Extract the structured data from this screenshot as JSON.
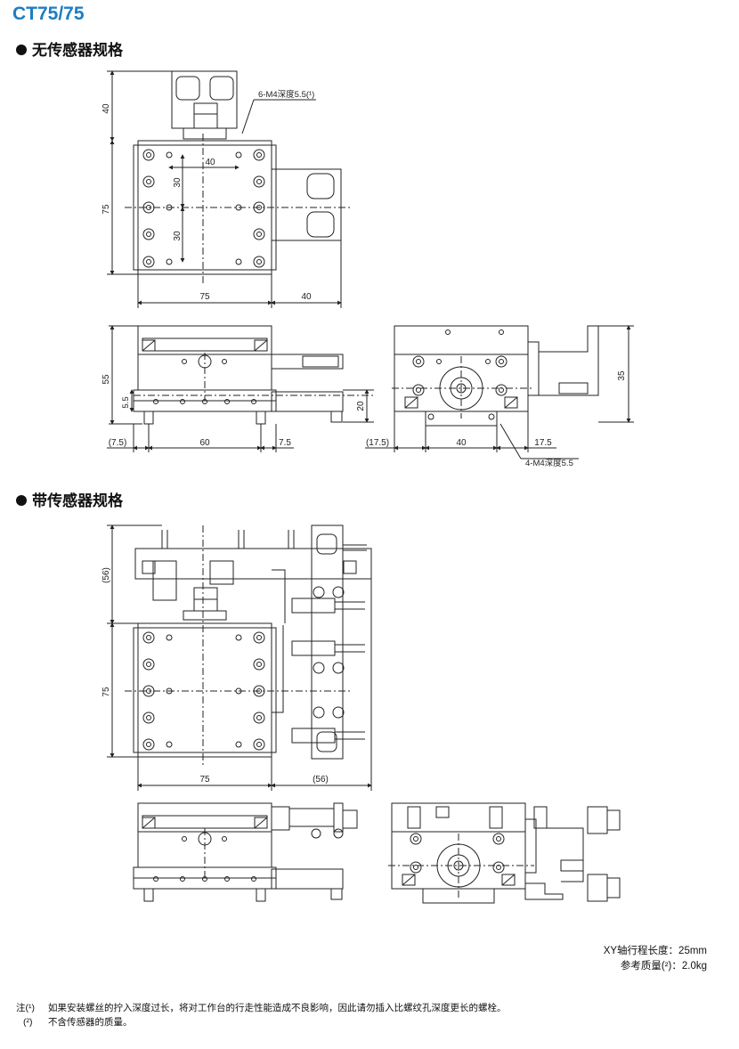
{
  "title": "CT75/75",
  "sections": [
    {
      "heading": "无传感器规格"
    },
    {
      "heading": "带传感器规格"
    }
  ],
  "dims_no_sensor_top": {
    "d40_height": "40",
    "callout_m4": "6-M4深度5.5(¹)",
    "d40_pitch": "40",
    "d30_a": "30",
    "d30_b": "30",
    "d75_height": "75",
    "d75_width": "75",
    "d40_side": "40"
  },
  "dims_no_sensor_front": {
    "d55": "55",
    "d5_5": "5.5",
    "d20": "20",
    "d7_5_left": "(7.5)",
    "d60": "60",
    "d7_5_right": "7.5"
  },
  "dims_no_sensor_side": {
    "d35": "35",
    "d17_5_left": "(17.5)",
    "d40": "40",
    "d17_5_right": "17.5",
    "callout_m4": "4-M4深度5.5"
  },
  "dims_sensor_top": {
    "d56_height": "(56)",
    "d75_height": "75",
    "d75_width": "75",
    "d56_width": "(56)"
  },
  "specs": {
    "stroke": "XY轴行程长度：25mm",
    "mass": "参考质量(²)：2.0kg"
  },
  "notes": [
    {
      "key": "注(¹)",
      "text": "如果安装螺丝的拧入深度过长，将对工作台的行走性能造成不良影响，因此请勿插入比螺纹孔深度更长的螺栓。"
    },
    {
      "key": "(²)",
      "text": "不含传感器的质量。"
    }
  ],
  "colors": {
    "title": "#1d7ec2",
    "line": "#222222"
  }
}
